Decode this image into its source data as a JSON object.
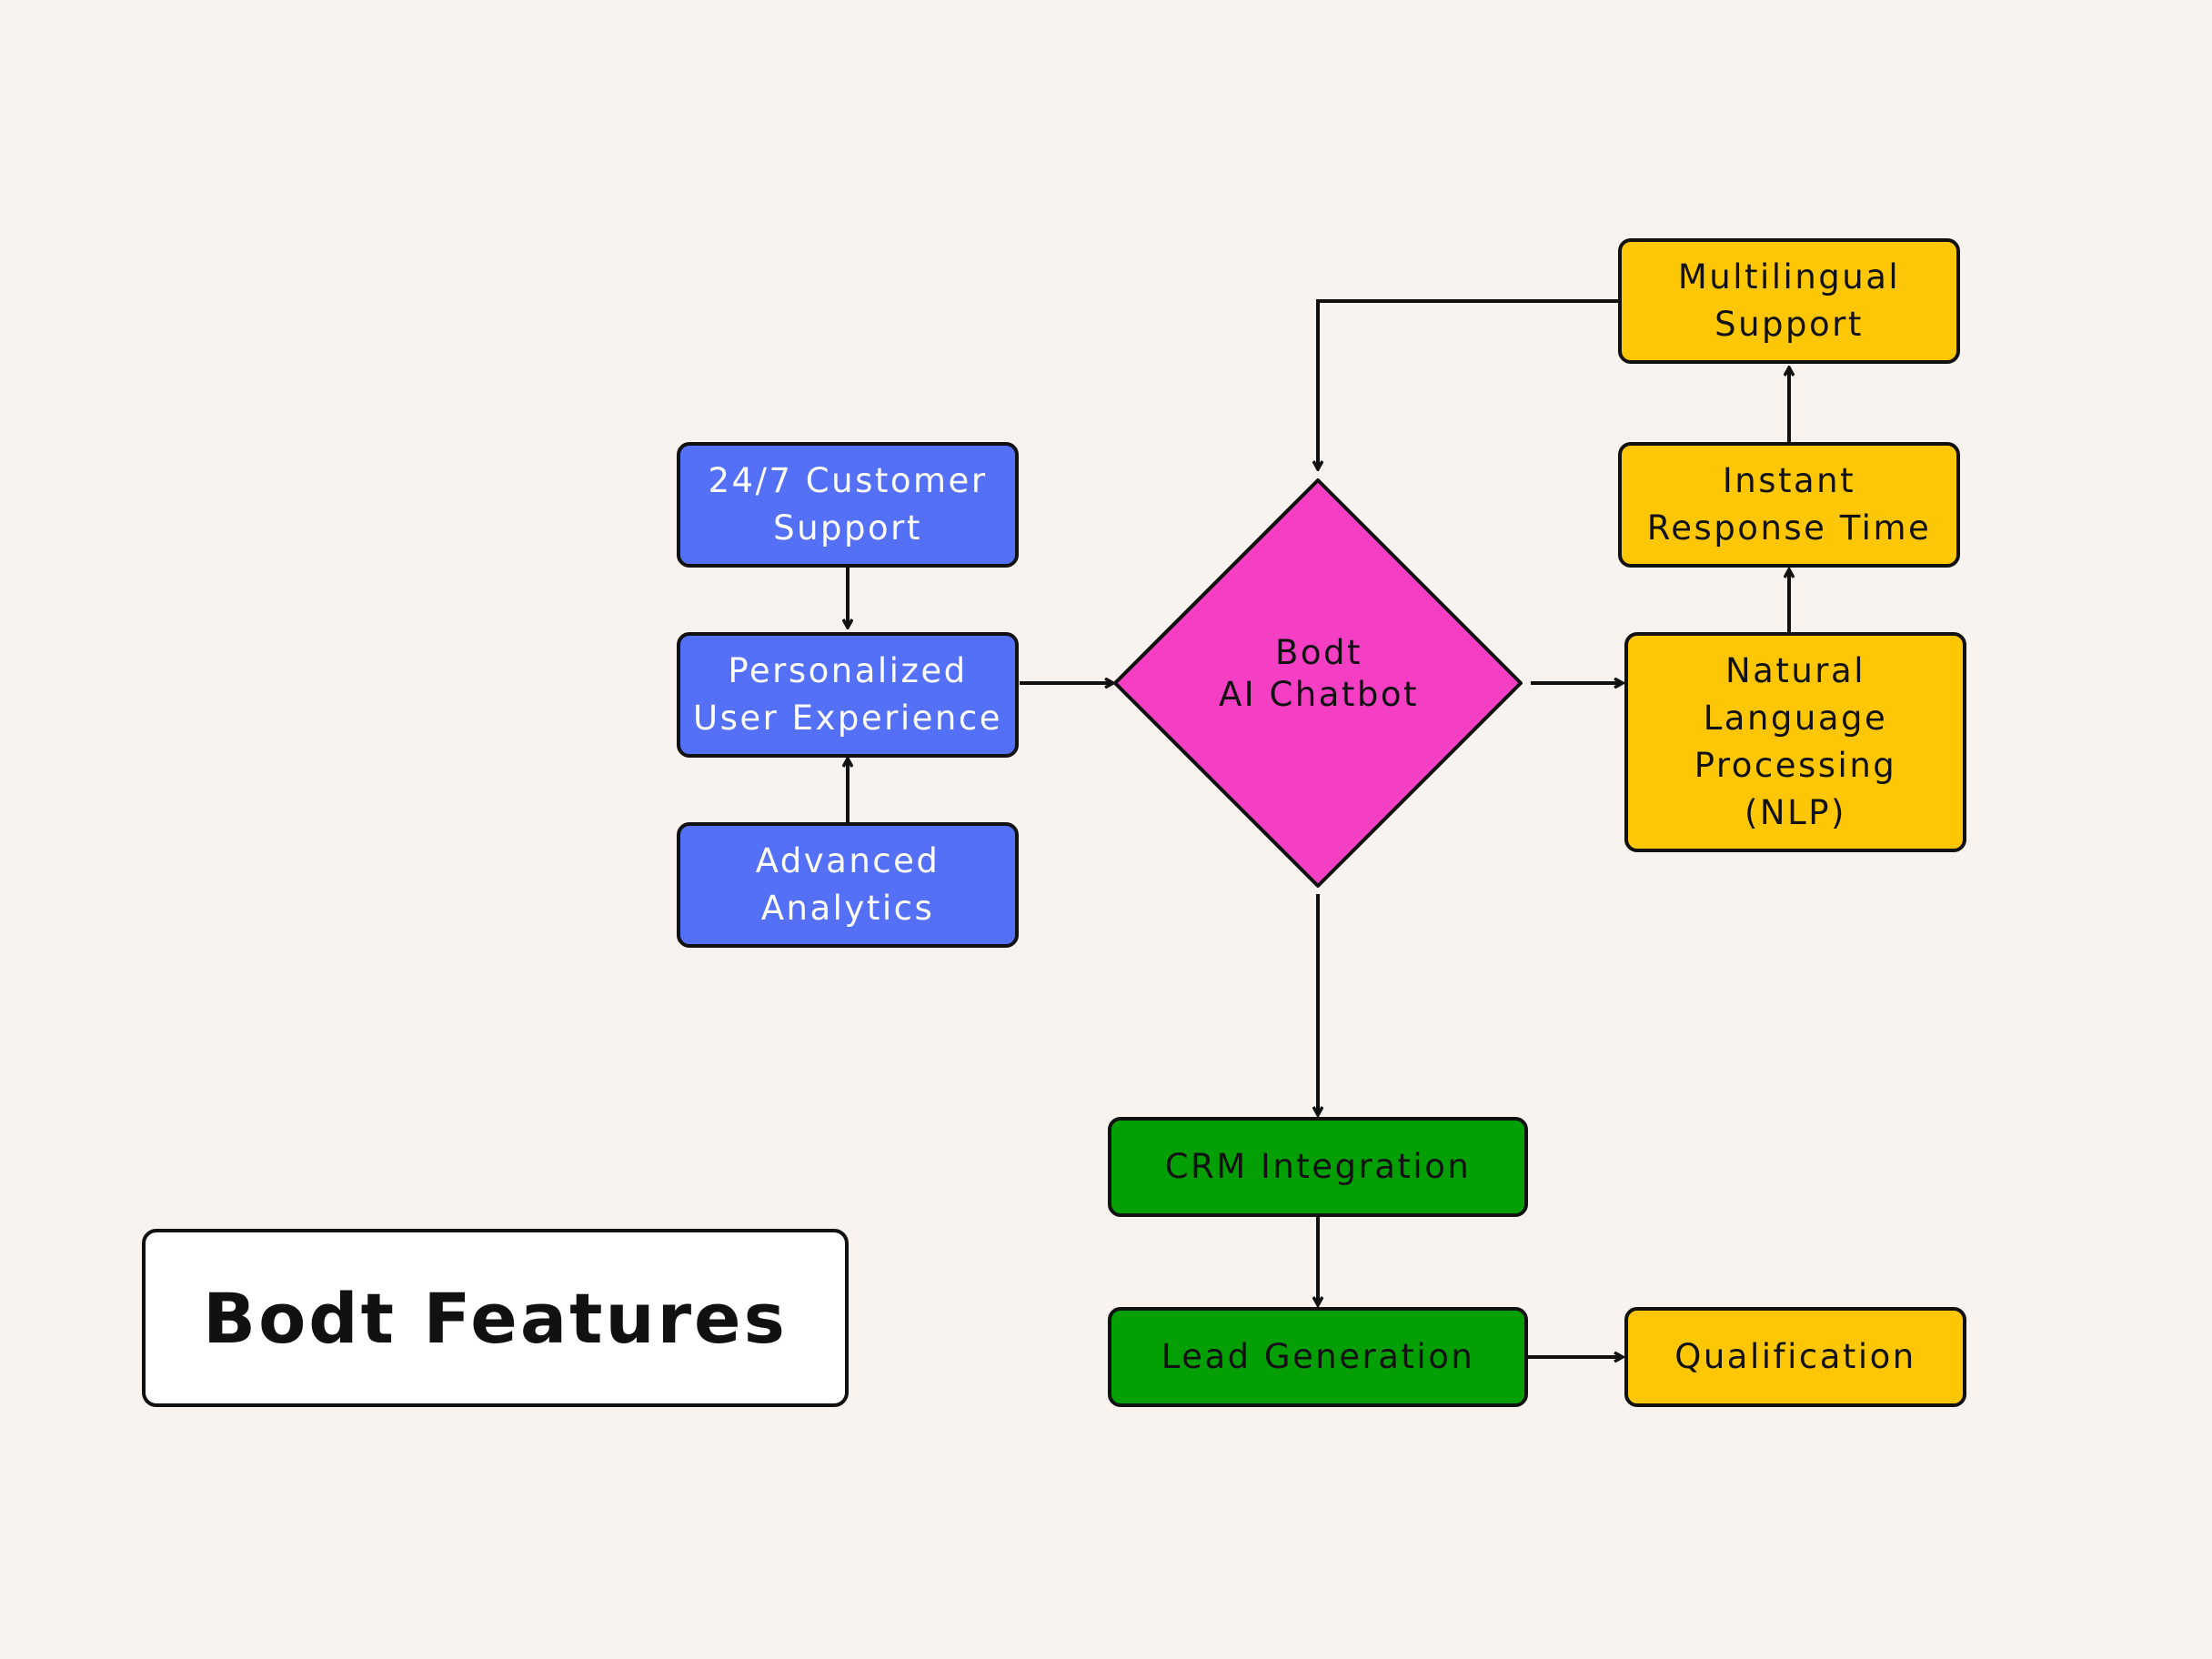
{
  "diagram": {
    "title": "Bodt Features",
    "center": {
      "label": "Bodt\nAI Chatbot",
      "fill": "#f43fc4"
    },
    "nodes": {
      "customer_support": {
        "label": "24/7 Customer\nSupport",
        "color": "#5470f7"
      },
      "personalized": {
        "label": "Personalized\nUser Experience",
        "color": "#5470f7"
      },
      "analytics": {
        "label": "Advanced\nAnalytics",
        "color": "#5470f7"
      },
      "multilingual": {
        "label": "Multilingual\nSupport",
        "color": "#fdc705"
      },
      "instant_response": {
        "label": "Instant\nResponse Time",
        "color": "#fdc705"
      },
      "nlp": {
        "label": "Natural\nLanguage\nProcessing\n(NLP)",
        "color": "#fdc705"
      },
      "crm": {
        "label": "CRM Integration",
        "color": "#049e05"
      },
      "lead_generation": {
        "label": "Lead Generation",
        "color": "#049e05"
      },
      "qualification": {
        "label": "Qualification",
        "color": "#fdc705"
      }
    },
    "background": "#f8f3ee"
  }
}
